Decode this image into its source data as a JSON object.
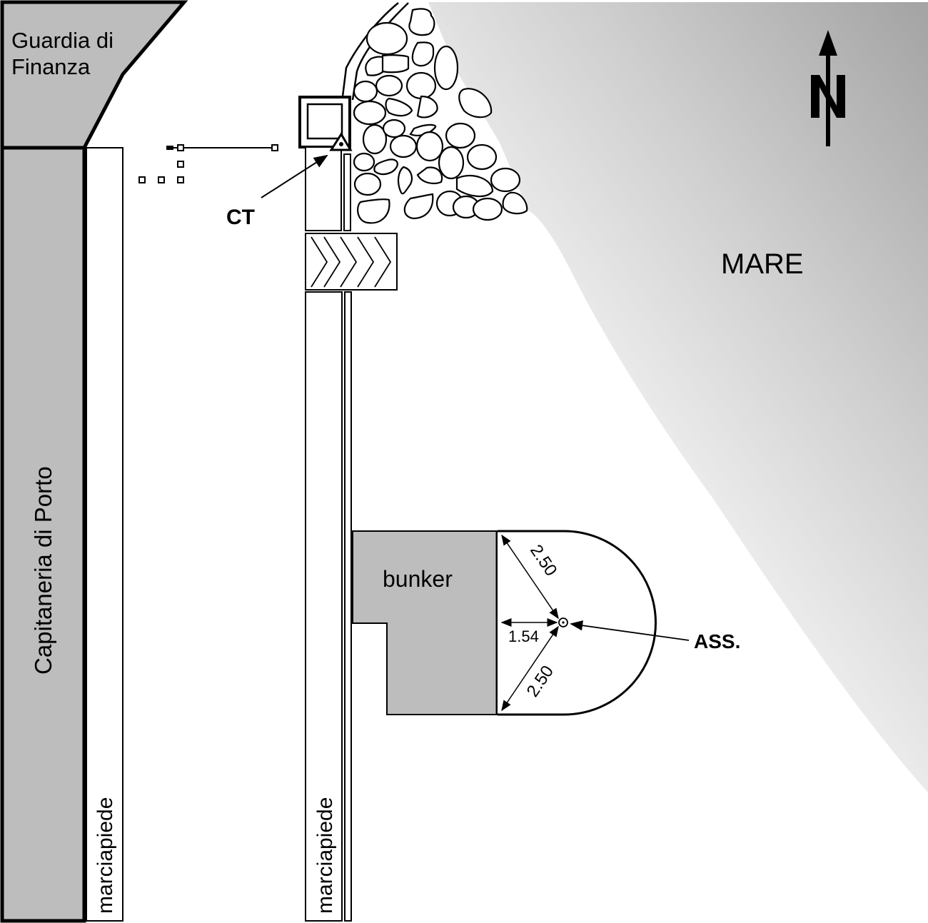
{
  "map": {
    "labels": {
      "guardia_line1": "Guardia di",
      "guardia_line2": "Finanza",
      "capitaneria": "Capitaneria di Porto",
      "sidewalk_left": "marciapiede",
      "sidewalk_right": "marciapiede",
      "sea": "MARE",
      "ct": "CT",
      "bunker": "bunker",
      "ass": "ASS.",
      "north": "N"
    },
    "dimensions": {
      "upper_diagonal": "2.50",
      "horizontal": "1.54",
      "lower_diagonal": "2.50"
    },
    "colors": {
      "building_fill": "#bdbdbd",
      "sea_dark": "#a8a8a8",
      "sea_light": "#ffffff",
      "line": "#000000"
    },
    "icons": {
      "ct_marker": "triangle-with-dot",
      "ass_marker": "circle-with-dot",
      "north_arrow": "north-arrow"
    }
  }
}
